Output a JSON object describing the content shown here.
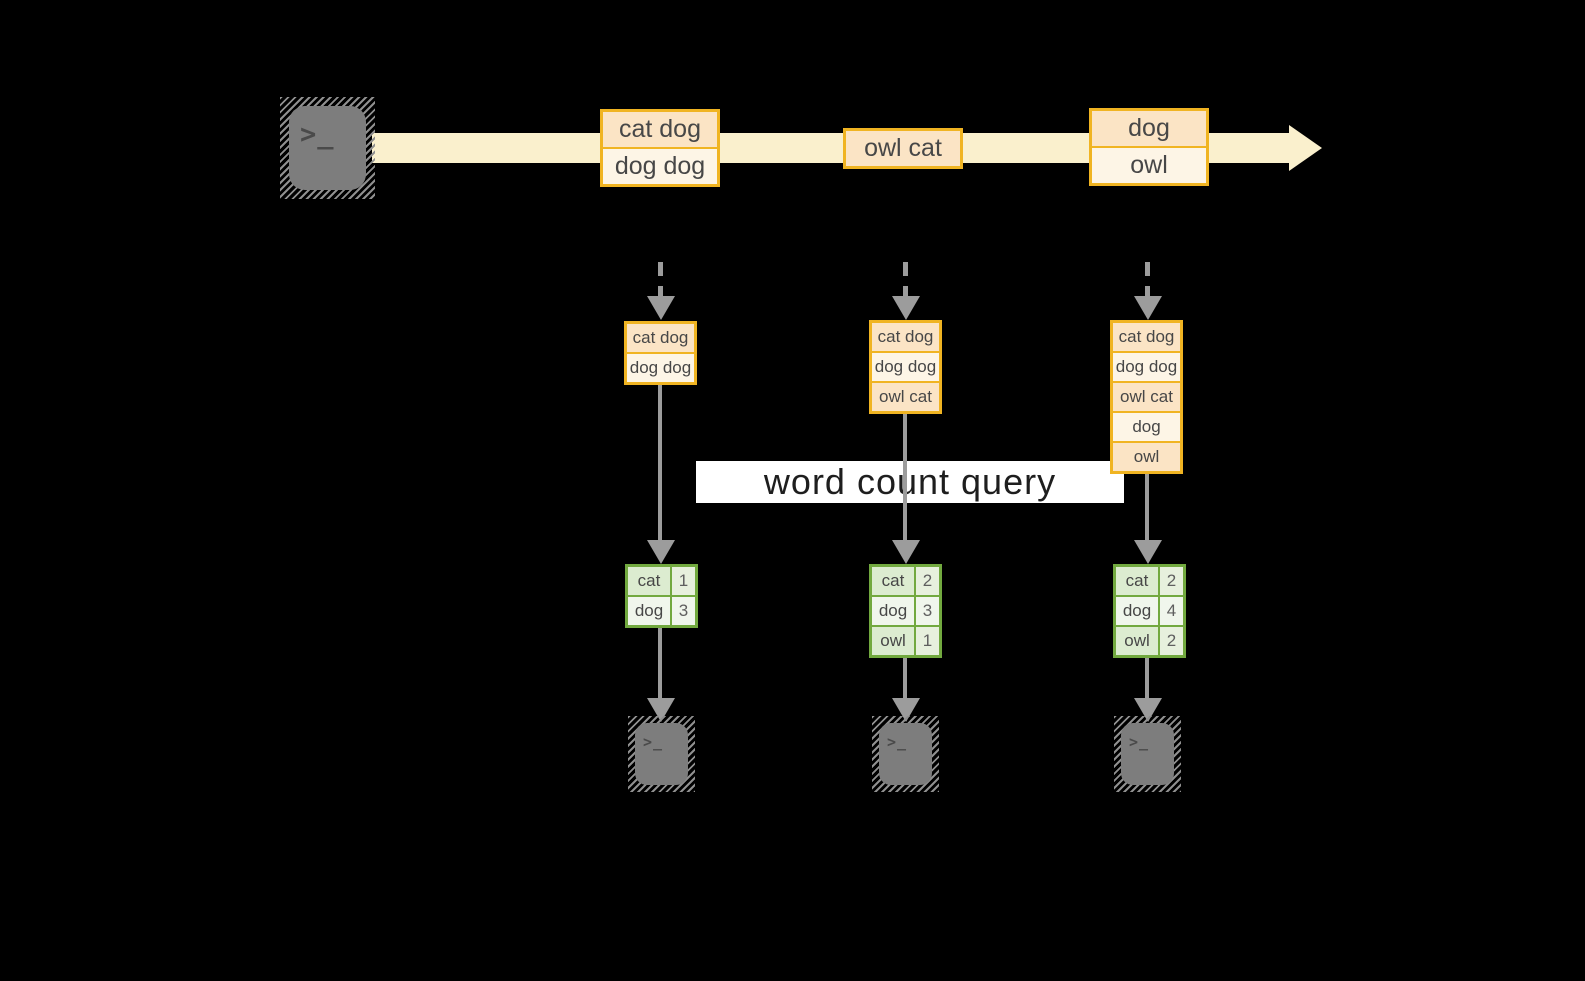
{
  "query_label": "word count query",
  "icons": {
    "source_terminal": "terminal-icon",
    "consumer_terminal": "terminal-icon",
    "prompt_glyph": ">_"
  },
  "stream": {
    "batches": [
      {
        "rows": [
          "cat dog",
          "dog dog"
        ]
      },
      {
        "rows": [
          "owl cat"
        ]
      },
      {
        "rows": [
          "dog",
          "owl"
        ]
      }
    ]
  },
  "columns": [
    {
      "buffer": [
        "cat dog",
        "dog dog"
      ],
      "counts": [
        {
          "word": "cat",
          "value": "1"
        },
        {
          "word": "dog",
          "value": "3"
        }
      ]
    },
    {
      "buffer": [
        "cat dog",
        "dog dog",
        "owl cat"
      ],
      "counts": [
        {
          "word": "cat",
          "value": "2"
        },
        {
          "word": "dog",
          "value": "3"
        },
        {
          "word": "owl",
          "value": "1"
        }
      ]
    },
    {
      "buffer": [
        "cat dog",
        "dog dog",
        "owl cat",
        "dog",
        "owl"
      ],
      "counts": [
        {
          "word": "cat",
          "value": "2"
        },
        {
          "word": "dog",
          "value": "4"
        },
        {
          "word": "owl",
          "value": "2"
        }
      ]
    }
  ],
  "colors": {
    "background": "#000000",
    "stream_band": "#faf0cd",
    "box_border": "#f0b422",
    "row_peach": "#fbe4c5",
    "row_cream": "#fdf5e6",
    "table_border": "#72a93f",
    "cell_green_dark": "#dcecd0",
    "cell_green_dark_val": "#e7f0dd",
    "cell_green_light": "#f0f6ec",
    "arrow_gray": "#9c9c9c",
    "icon_gray": "#7d7d7d",
    "icon_hatch": "#8f8f8f",
    "label_bg": "#ffffff",
    "label_text": "#1e1e1e",
    "text_dark": "#474747",
    "value_text": "#5f5f5f"
  }
}
